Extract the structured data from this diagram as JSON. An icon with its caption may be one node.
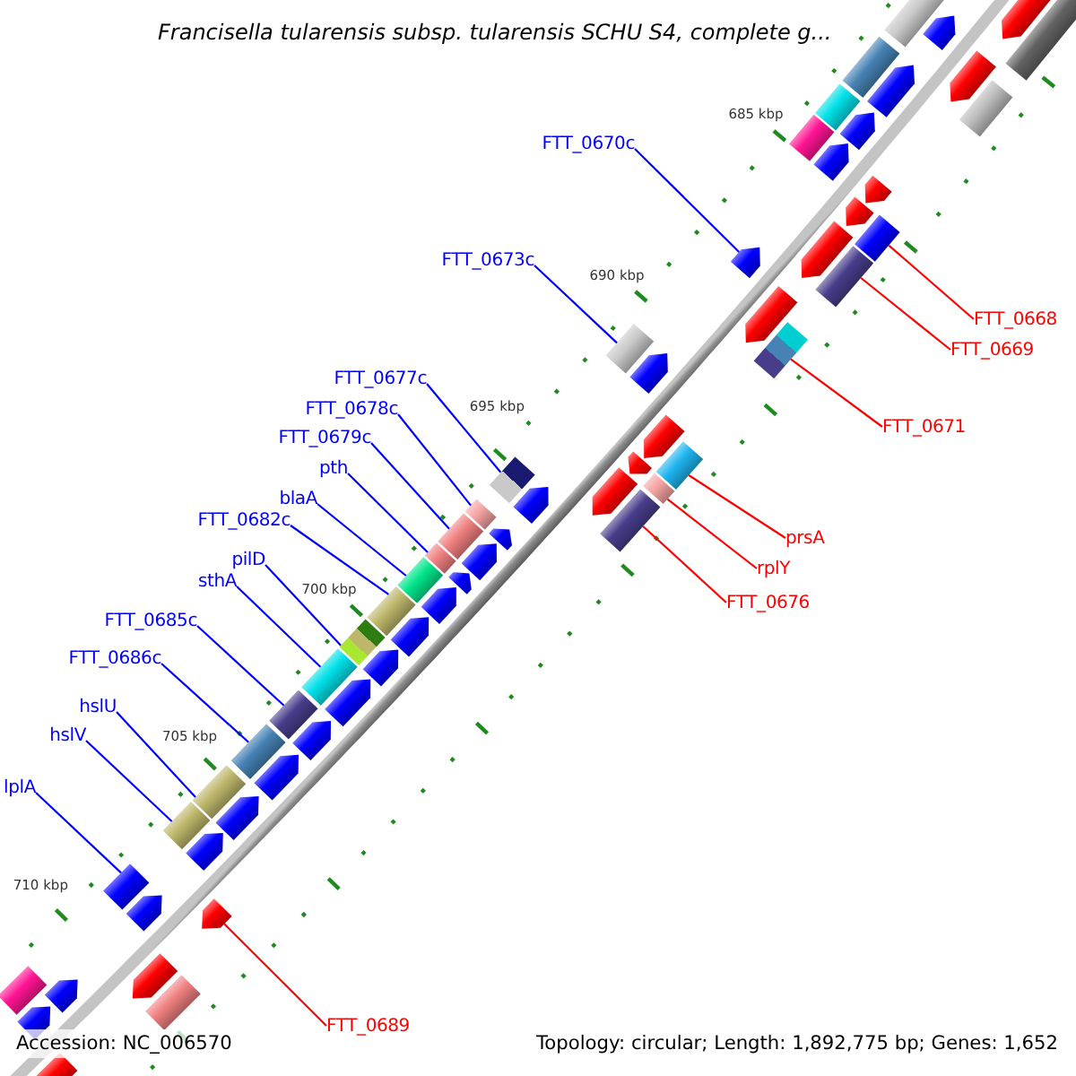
{
  "diagram": {
    "title": "Francisella tularensis subsp. tularensis SCHU S4, complete g...",
    "nodes": [
      {
        "text": [
          "FTT_0670c"
        ]
      },
      {
        "text": [
          "FTT_0673c"
        ]
      },
      {
        "text": [
          "FTT_0668"
        ]
      },
      {
        "text": [
          "FTT_0669"
        ]
      },
      {
        "text": [
          "FTT_0677c"
        ]
      },
      {
        "text": [
          "FTT_0678c"
        ]
      },
      {
        "text": [
          "FTT_0671"
        ]
      },
      {
        "text": [
          "FTT_0679c"
        ]
      },
      {
        "text": [
          "pth"
        ]
      },
      {
        "text": [
          "blaA"
        ]
      },
      {
        "text": [
          "FTT_0682c"
        ]
      },
      {
        "text": [
          "prsA"
        ]
      },
      {
        "text": [
          "pilD"
        ]
      },
      {
        "text": [
          "rplY"
        ]
      },
      {
        "text": [
          "sthA"
        ]
      },
      {
        "text": [
          "FTT_0676"
        ]
      },
      {
        "text": [
          "FTT_0685c"
        ]
      },
      {
        "text": [
          "FTT_0686c"
        ]
      },
      {
        "text": [
          "hslU"
        ]
      },
      {
        "text": [
          "hslV"
        ]
      },
      {
        "text": [
          "lplA"
        ]
      },
      {
        "text": [
          "FTT_0689"
        ]
      },
      {
        "text": [],
        "shape": "box"
      },
      {
        "text": [],
        "shape": "arrow"
      },
      {
        "text": [],
        "shape": "arrow"
      },
      {
        "text": [],
        "shape": "box"
      },
      {
        "text": [],
        "shape": "box"
      },
      {
        "text": [],
        "shape": "arrow"
      },
      {
        "text": [],
        "shape": "arrow"
      },
      {
        "text": [],
        "shape": "box"
      },
      {
        "text": [],
        "shape": "box"
      },
      {
        "text": [],
        "shape": "arrow"
      },
      {
        "text": [],
        "shape": "box"
      },
      {
        "text": [],
        "shape": "arrow"
      },
      {
        "text": [],
        "shape": "arrow"
      },
      {
        "text": [],
        "shape": "arrow"
      },
      {
        "text": [],
        "shape": "box"
      },
      {
        "text": [],
        "shape": "arrow"
      },
      {
        "text": [],
        "shape": "arrow"
      },
      {
        "text": [],
        "shape": "box"
      },
      {
        "text": [],
        "shape": "arrow"
      },
      {
        "text": [],
        "shape": "box"
      },
      {
        "text": [],
        "shape": "box"
      },
      {
        "text": [],
        "shape": "arrow"
      },
      {
        "text": [],
        "shape": "arrow"
      },
      {
        "text": [],
        "shape": "box"
      },
      {
        "text": [],
        "shape": "arrow"
      },
      {
        "text": [],
        "shape": "box"
      },
      {
        "text": [],
        "shape": "box"
      },
      {
        "text": [],
        "shape": "arrow"
      },
      {
        "text": [],
        "shape": "arrow"
      },
      {
        "text": [],
        "shape": "box"
      },
      {
        "text": [],
        "shape": "box"
      },
      {
        "text": [],
        "shape": "arrow"
      },
      {
        "text": [],
        "shape": "box"
      },
      {
        "text": [],
        "shape": "arrow"
      },
      {
        "text": [],
        "shape": "box"
      },
      {
        "text": [],
        "shape": "arrow"
      },
      {
        "text": [],
        "shape": "box"
      },
      {
        "text": [],
        "shape": "arrow"
      },
      {
        "text": [],
        "shape": "box"
      },
      {
        "text": [],
        "shape": "arrow"
      },
      {
        "text": [],
        "shape": "box"
      },
      {
        "text": [],
        "shape": "arrow"
      },
      {
        "text": [],
        "shape": "box"
      },
      {
        "text": [],
        "shape": "arrow"
      },
      {
        "text": [],
        "shape": "box"
      },
      {
        "text": [],
        "shape": "arrow"
      },
      {
        "text": [],
        "shape": "box"
      },
      {
        "text": [],
        "shape": "arrow"
      },
      {
        "text": [],
        "shape": "box"
      },
      {
        "text": [],
        "shape": "arrow"
      },
      {
        "text": [],
        "shape": "box"
      },
      {
        "text": [],
        "shape": "arrow"
      },
      {
        "text": [],
        "shape": "box"
      },
      {
        "text": [],
        "shape": "arrow"
      },
      {
        "text": [],
        "shape": "arrow"
      },
      {
        "text": [],
        "shape": "arrow"
      },
      {
        "text": [],
        "shape": "arrow"
      },
      {
        "text": [],
        "shape": "box"
      },
      {
        "text": [],
        "shape": "box"
      },
      {
        "text": [],
        "shape": "arrow"
      },
      {
        "text": [],
        "shape": "arrow"
      }
    ],
    "edges": [
      {
        "from": 0,
        "to": 38,
        "arrow": "none"
      },
      {
        "from": 1,
        "to": 41,
        "arrow": "none"
      },
      {
        "from": 2,
        "to": 36,
        "arrow": "none",
        "color": "#ff0000"
      },
      {
        "from": 3,
        "to": 39,
        "arrow": "none",
        "color": "#ff0000"
      },
      {
        "from": 4,
        "to": 47,
        "arrow": "none"
      },
      {
        "from": 5,
        "to": 51,
        "arrow": "none"
      },
      {
        "from": 6,
        "to": 42,
        "arrow": "none",
        "color": "#ff0000"
      },
      {
        "from": 7,
        "to": 54,
        "arrow": "none"
      },
      {
        "from": 8,
        "to": 56,
        "arrow": "none"
      },
      {
        "from": 9,
        "to": 58,
        "arrow": "none"
      },
      {
        "from": 10,
        "to": 60,
        "arrow": "none"
      },
      {
        "from": 11,
        "to": 45,
        "arrow": "none",
        "color": "#ff0000"
      },
      {
        "from": 12,
        "to": 62,
        "arrow": "none"
      },
      {
        "from": 13,
        "to": 48,
        "arrow": "none",
        "color": "#ff0000"
      },
      {
        "from": 14,
        "to": 64,
        "arrow": "none"
      },
      {
        "from": 15,
        "to": 52,
        "arrow": "none",
        "color": "#ff0000"
      },
      {
        "from": 16,
        "to": 66,
        "arrow": "none"
      },
      {
        "from": 17,
        "to": 68,
        "arrow": "none"
      },
      {
        "from": 18,
        "to": 70,
        "arrow": "none"
      },
      {
        "from": 19,
        "to": 72,
        "arrow": "none"
      },
      {
        "from": 20,
        "to": 74,
        "arrow": "none"
      },
      {
        "from": 21,
        "to": 76,
        "arrow": "none",
        "color": "#ff0000"
      }
    ],
    "labels": [
      "685 kbp",
      "690 kbp",
      "695 kbp",
      "700 kbp",
      "705 kbp",
      "710 kbp",
      "Accession: NC_006570",
      "Topology: circular; Length: 1,892,775 bp; Genes: 1,652"
    ]
  }
}
